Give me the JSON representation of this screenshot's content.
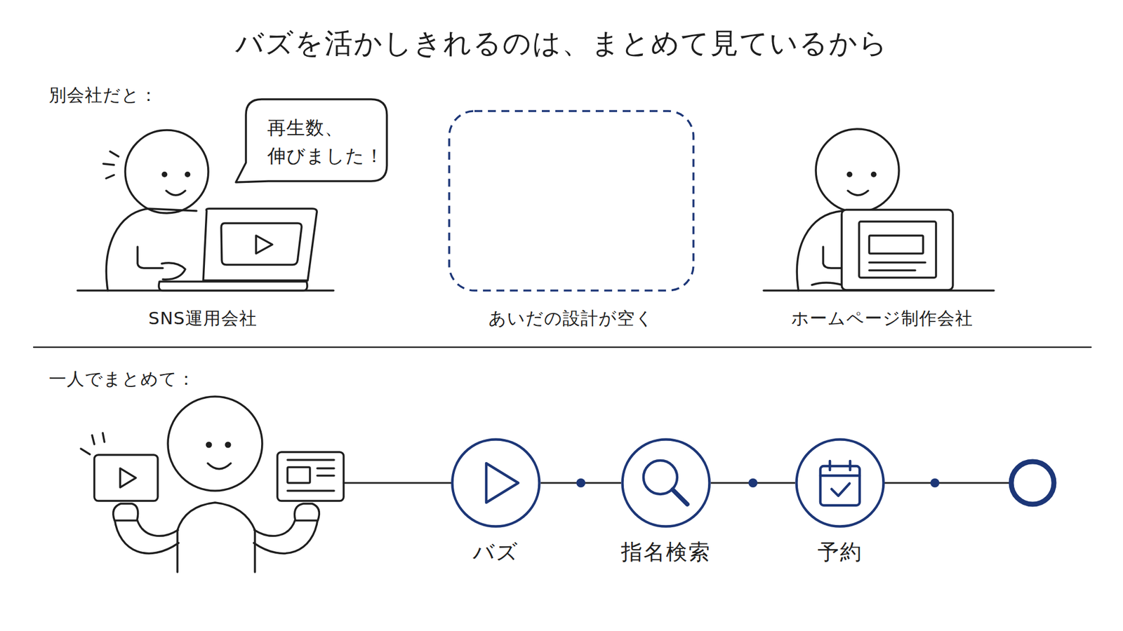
{
  "diagram": {
    "title": "バズを活かしきれるのは、まとめて見ているから",
    "nodes": [
      {
        "text": [
          "再生数、 伸びました！"
        ]
      },
      {
        "text": [
          "バズ"
        ]
      },
      {
        "text": [
          "指名検索"
        ]
      },
      {
        "text": [
          "予約"
        ]
      }
    ],
    "edges": [
      {
        "from": 1,
        "to": 2,
        "arrow": "none"
      },
      {
        "from": 2,
        "to": 3,
        "arrow": "none"
      }
    ],
    "labels": [
      "別会社だと：",
      "SNS運用会社",
      "あいだの設計が空く",
      "ホームページ制作会社",
      "一人でまとめて："
    ]
  }
}
